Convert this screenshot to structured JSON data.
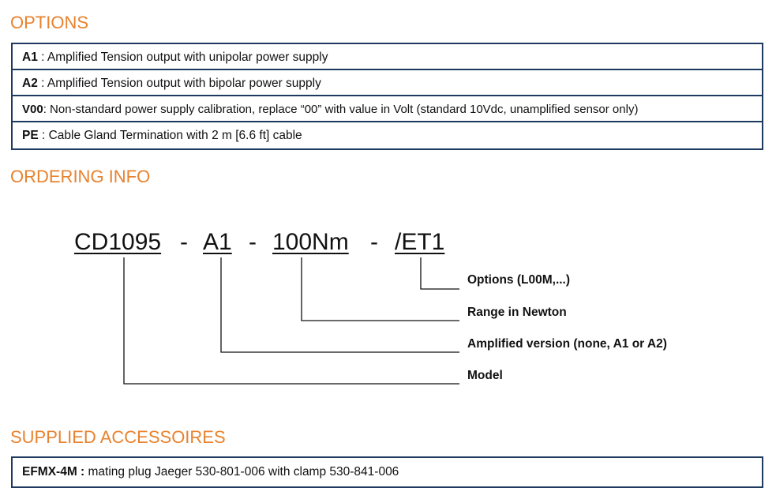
{
  "options": {
    "title": "OPTIONS",
    "rows": [
      {
        "code": "A1",
        "sep": " : ",
        "text": "Amplified Tension output with unipolar power supply"
      },
      {
        "code": "A2",
        "sep": " : ",
        "text": "Amplified Tension output with bipolar power supply"
      },
      {
        "code": "V00",
        "sep": ": ",
        "text": "Non-standard power supply calibration, replace “00” with value in Volt (standard 10Vdc, unamplified sensor only)"
      },
      {
        "code": "PE",
        "sep": " : ",
        "text": "Cable Gland Termination with 2 m [6.6 ft] cable"
      }
    ]
  },
  "ordering": {
    "title": "ORDERING INFO",
    "model": "CD1095",
    "amp": "A1",
    "range": "100Nm",
    "opts": "/ET1",
    "dash": "-",
    "labels": {
      "options": "Options (L00M,...)",
      "range": "Range in Newton",
      "amp": "Amplified version (none, A1 or A2)",
      "model": "Model"
    }
  },
  "accessories": {
    "title": "SUPPLIED ACCESSOIRES",
    "code": "EFMX-4M :",
    "text": " mating plug Jaeger 530-801-006 with clamp 530-841-006"
  }
}
